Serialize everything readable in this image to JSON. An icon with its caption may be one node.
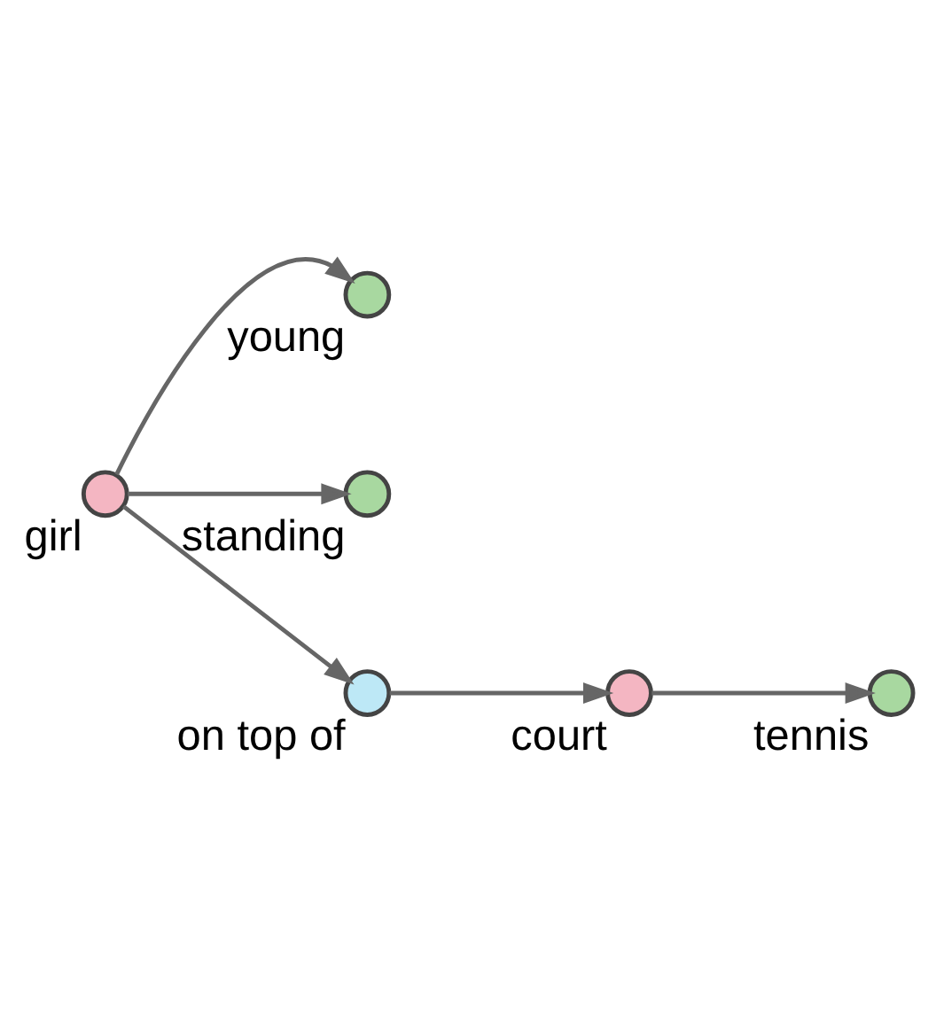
{
  "diagram": {
    "nodes": [
      {
        "text": [],
        "shape": "circle",
        "beside": [
          "young"
        ]
      },
      {
        "text": [],
        "shape": "circle",
        "beside": [
          "girl"
        ]
      },
      {
        "text": [],
        "shape": "circle",
        "beside": [
          "standing"
        ]
      },
      {
        "text": [],
        "shape": "circle",
        "beside": [
          "on top of"
        ]
      },
      {
        "text": [],
        "shape": "circle",
        "beside": [
          "court"
        ]
      },
      {
        "text": [],
        "shape": "circle",
        "beside": [
          "tennis"
        ]
      }
    ],
    "edges": [
      {
        "from": 1,
        "to": 0,
        "arrow": "to"
      },
      {
        "from": 1,
        "to": 2,
        "arrow": "to"
      },
      {
        "from": 1,
        "to": 3,
        "arrow": "to"
      },
      {
        "from": 3,
        "to": 4,
        "arrow": "to"
      },
      {
        "from": 4,
        "to": 5,
        "arrow": "to"
      }
    ]
  }
}
